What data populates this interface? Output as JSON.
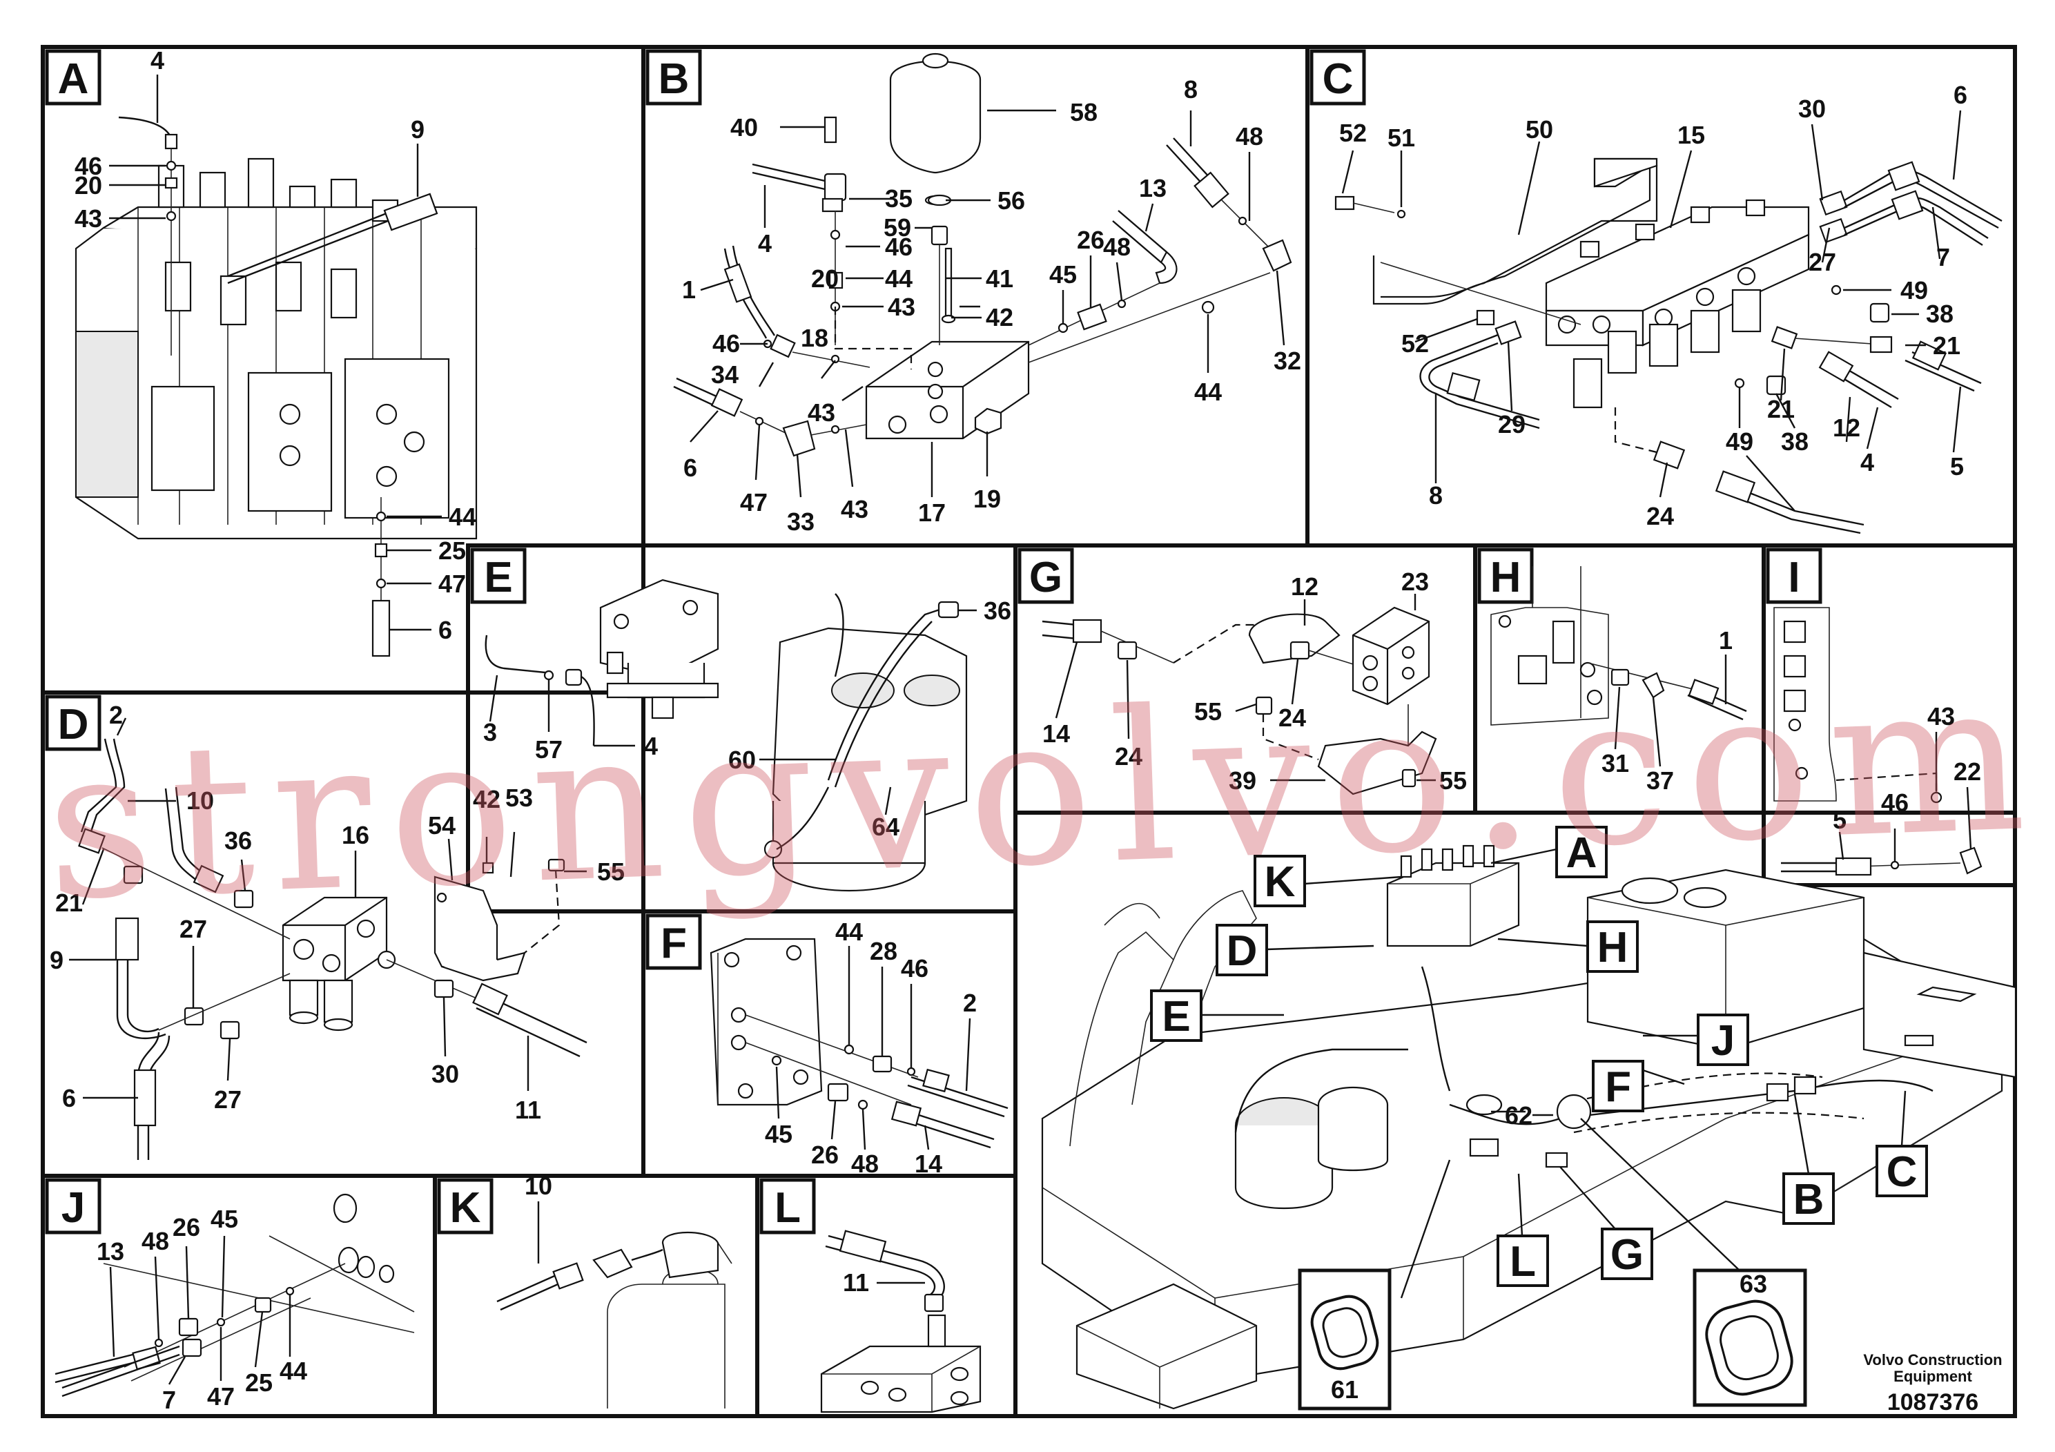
{
  "watermark": "strongvolvo.com",
  "brand_line1": "Volvo Construction",
  "brand_line2": "Equipment",
  "doc_number": "1087376",
  "panels": {
    "A": {
      "letter": "A",
      "callouts": [
        "4",
        "46",
        "20",
        "43",
        "9",
        "44",
        "25",
        "47",
        "6"
      ]
    },
    "B": {
      "letter": "B",
      "callouts": [
        "40",
        "58",
        "8",
        "48",
        "35",
        "56",
        "13",
        "4",
        "59",
        "46",
        "45",
        "26",
        "48",
        "1",
        "20",
        "44",
        "41",
        "46",
        "43",
        "42",
        "18",
        "34",
        "32",
        "43",
        "44",
        "6",
        "47",
        "33",
        "43",
        "17",
        "19"
      ]
    },
    "C": {
      "letter": "C",
      "callouts": [
        "52",
        "51",
        "50",
        "15",
        "30",
        "6",
        "27",
        "7",
        "49",
        "38",
        "52",
        "21",
        "29",
        "21",
        "49",
        "38",
        "12",
        "8",
        "4",
        "5",
        "24"
      ]
    },
    "D": {
      "letter": "D",
      "callouts": [
        "2",
        "10",
        "54",
        "42",
        "53",
        "36",
        "16",
        "55",
        "21",
        "27",
        "9",
        "27",
        "30",
        "6",
        "11"
      ]
    },
    "E": {
      "letter": "E",
      "callouts": [
        "36",
        "3",
        "57",
        "4",
        "60",
        "64"
      ]
    },
    "F": {
      "letter": "F",
      "callouts": [
        "44",
        "28",
        "46",
        "2",
        "45",
        "26",
        "48",
        "14"
      ]
    },
    "G": {
      "letter": "G",
      "callouts": [
        "12",
        "23",
        "14",
        "24",
        "55",
        "24",
        "39",
        "55"
      ]
    },
    "H": {
      "letter": "H",
      "callouts": [
        "1",
        "31",
        "37"
      ]
    },
    "I": {
      "letter": "I",
      "callouts": [
        "43",
        "22",
        "5",
        "46"
      ]
    },
    "J": {
      "letter": "J",
      "callouts": [
        "13",
        "48",
        "26",
        "45",
        "7",
        "47",
        "25",
        "44"
      ]
    },
    "K": {
      "letter": "K",
      "callouts": [
        "10"
      ]
    },
    "L": {
      "letter": "L",
      "callouts": [
        "11"
      ]
    },
    "overview": {
      "callouts": [
        "62",
        "63",
        "61"
      ]
    }
  },
  "overview_refs": [
    "A",
    "K",
    "D",
    "H",
    "E",
    "J",
    "F",
    "B",
    "C",
    "G",
    "L"
  ]
}
